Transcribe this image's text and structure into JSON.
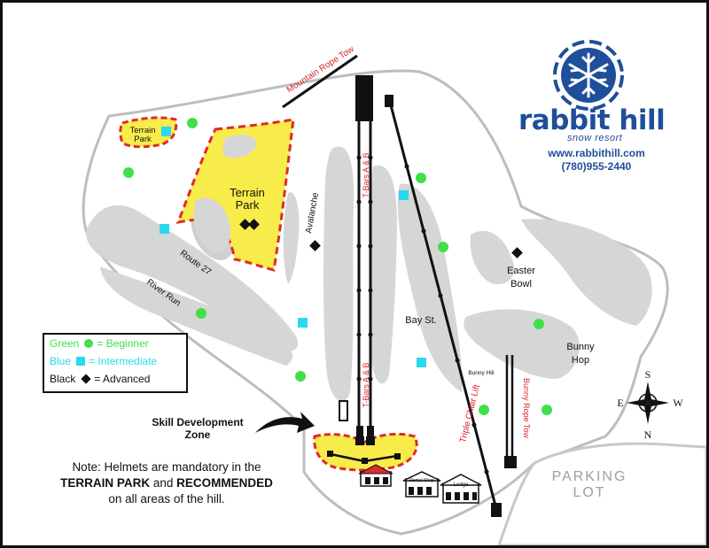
{
  "brand": {
    "name": "rabbit hill",
    "subtitle": "snow resort",
    "website": "www.rabbithill.com",
    "phone": "(780)955-2440",
    "logo_icon": "snowflake-icon",
    "color": "#1f4e9a"
  },
  "labels": {
    "terrain_park_main_line1": "Terrain",
    "terrain_park_main_line2": "Park",
    "terrain_park_small_line1": "Terrain",
    "terrain_park_small_line2": "Park",
    "mountain_rope_tow": "Mountain Rope Tow",
    "t_bars_upper": "T-Bars A & B",
    "t_bars_lower": "T-Bars A & B",
    "avalanche": "Avalanche",
    "route_27": "Route 27",
    "river_run": "River Run",
    "bay_st": "Bay St.",
    "bunny_hill": "Bunny Hill",
    "triple_chair_lift": "Triple Chair Lift",
    "easter_bowl_line1": "Easter",
    "easter_bowl_line2": "Bowl",
    "bunny_hop_line1": "Bunny",
    "bunny_hop_line2": "Hop",
    "bunny_rope_tow": "Bunny Rope Tow",
    "parking_line1": "PARKING",
    "parking_line2": "LOT",
    "rental_shop": "Rental Shop",
    "lodge": "Lodge"
  },
  "compass": {
    "n": "N",
    "s": "S",
    "e": "E",
    "w": "W"
  },
  "legend": {
    "green": {
      "word": "Green",
      "text": "= Beginner",
      "color": "#3fe04a"
    },
    "blue": {
      "word": "Blue",
      "text": "= Intermediate",
      "color": "#2ad8f0"
    },
    "black": {
      "word": "Black",
      "text": "= Advanced",
      "color": "#111111"
    }
  },
  "skill_zone": {
    "line1": "Skill Development",
    "line2": "Zone"
  },
  "note": {
    "part1": "Note:  Helmets are mandatory in the",
    "bold1": "TERRAIN PARK",
    "and": " and ",
    "bold2": "RECOMMENDED",
    "part2": "on all areas of the hill."
  },
  "colors": {
    "terrain_fill": "#f7ec4a",
    "terrain_border": "#e02a2a",
    "run": "#d6d6d6",
    "ground": "#ffffff",
    "lift": "#111111",
    "lift_label": "#d9262b"
  }
}
